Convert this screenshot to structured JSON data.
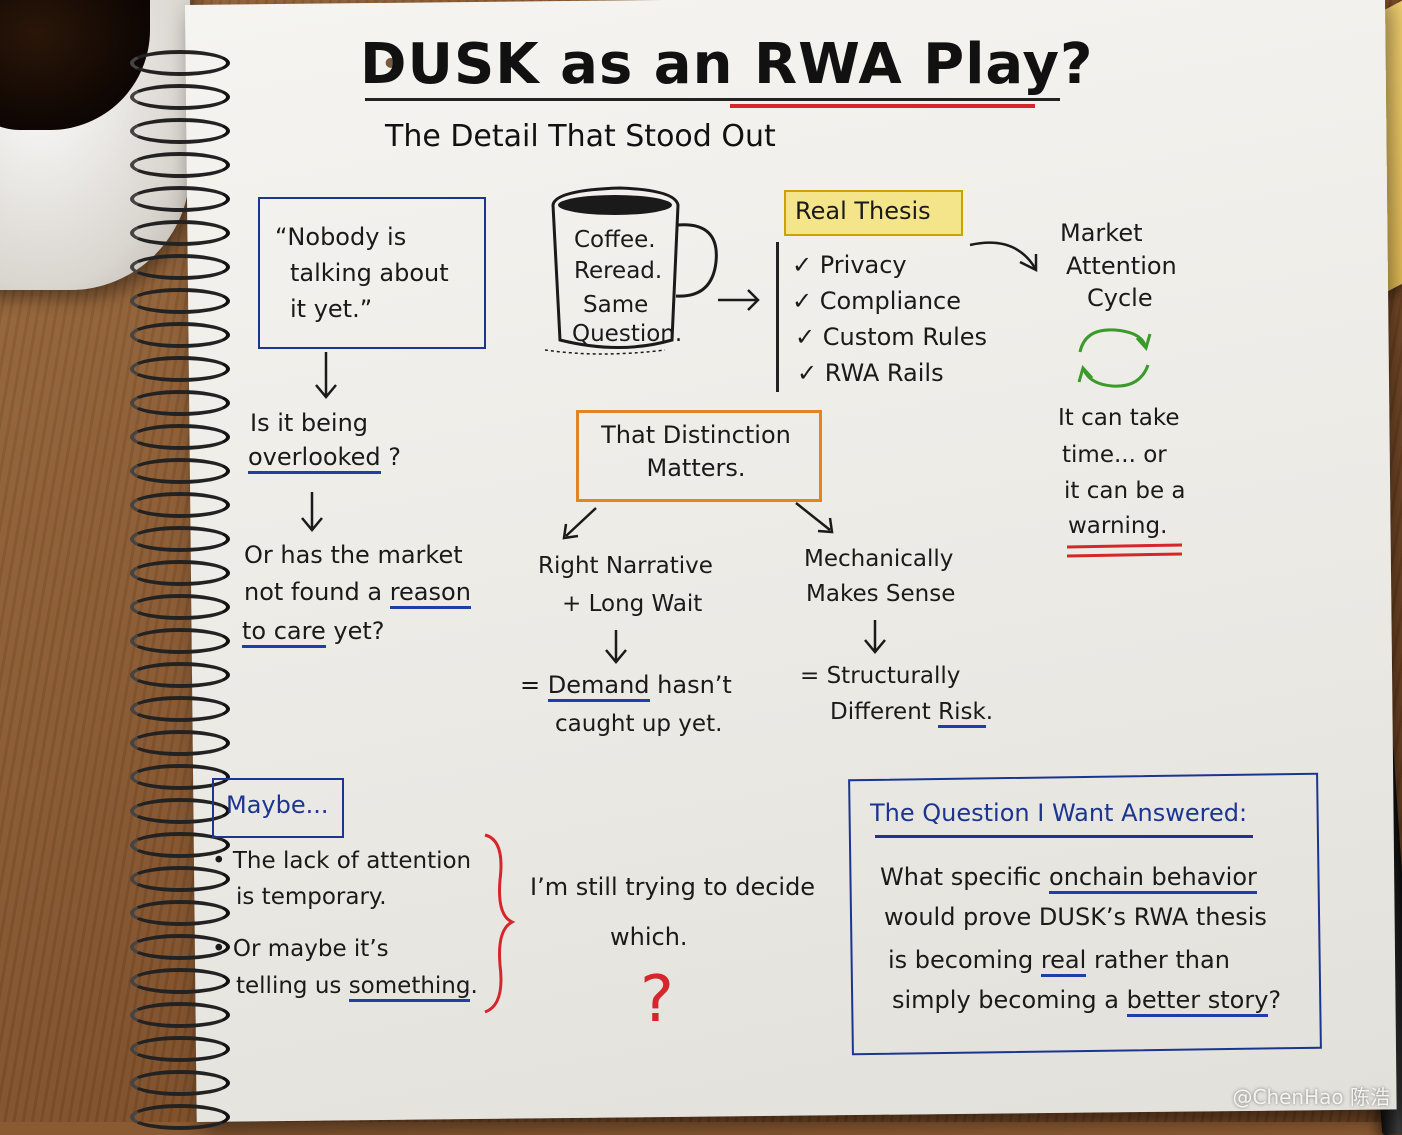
{
  "title": "DUSK as an RWA Play?",
  "subtitle": "The Detail That Stood Out",
  "quote_box": {
    "lines": [
      "“Nobody is",
      "talking about",
      "it yet.”"
    ]
  },
  "mug": {
    "lines": [
      "Coffee.",
      "Reread.",
      "Same",
      "Question."
    ]
  },
  "thesis": {
    "label": "Real Thesis",
    "items": [
      "✓ Privacy",
      "✓ Compliance",
      "✓ Custom Rules",
      "✓ RWA Rails"
    ]
  },
  "market": {
    "lines": [
      "Market",
      "Attention",
      "Cycle"
    ],
    "note": [
      "It can take",
      "time... or",
      "it can be a",
      "warning."
    ]
  },
  "overlooked": {
    "q1_a": "Is it being",
    "q1_b": "overlooked",
    "q1_c": "?",
    "q2_a": "Or has the market",
    "q2_b": "not found a",
    "q2_c": "reason",
    "q2_d": "to care",
    "q2_e": "yet?"
  },
  "distinction": {
    "lines": [
      "That Distinction",
      "Matters."
    ]
  },
  "left_branch": {
    "lines": [
      "Right Narrative",
      "+ Long Wait"
    ],
    "result_eq": "=",
    "result_word": "Demand",
    "result_rest": "hasn’t",
    "result_line2": "caught up yet."
  },
  "right_branch": {
    "lines": [
      "Mechanically",
      "Makes Sense"
    ],
    "result_a": "= Structurally",
    "result_b": "Different",
    "result_c": "Risk",
    "result_d": "."
  },
  "maybe": {
    "label": "Maybe...",
    "bullet1": [
      "• The lack of attention",
      "is temporary."
    ],
    "bullet2_a": "• Or maybe it’s",
    "bullet2_b": "telling us",
    "bullet2_c": "something",
    "bullet2_d": "."
  },
  "decide": {
    "lines": [
      "I’m still trying to decide",
      "which."
    ],
    "mark": "?"
  },
  "question_box": {
    "heading": "The Question I Want Answered:",
    "l1_a": "What specific",
    "l1_b": "onchain behavior",
    "l2": "would prove DUSK’s RWA thesis",
    "l3_a": "is becoming",
    "l3_b": "real",
    "l3_c": "rather than",
    "l4_a": "simply becoming a",
    "l4_b": "better story",
    "l4_c": "?"
  },
  "watermark": "@ChenHao 陈浩",
  "colors": {
    "ink": "#1a1a1a",
    "blue": "#1f3fa6",
    "red": "#d6262b",
    "green": "#3a9a2a",
    "orange": "#e38422",
    "highlight": "#f4e58a"
  }
}
